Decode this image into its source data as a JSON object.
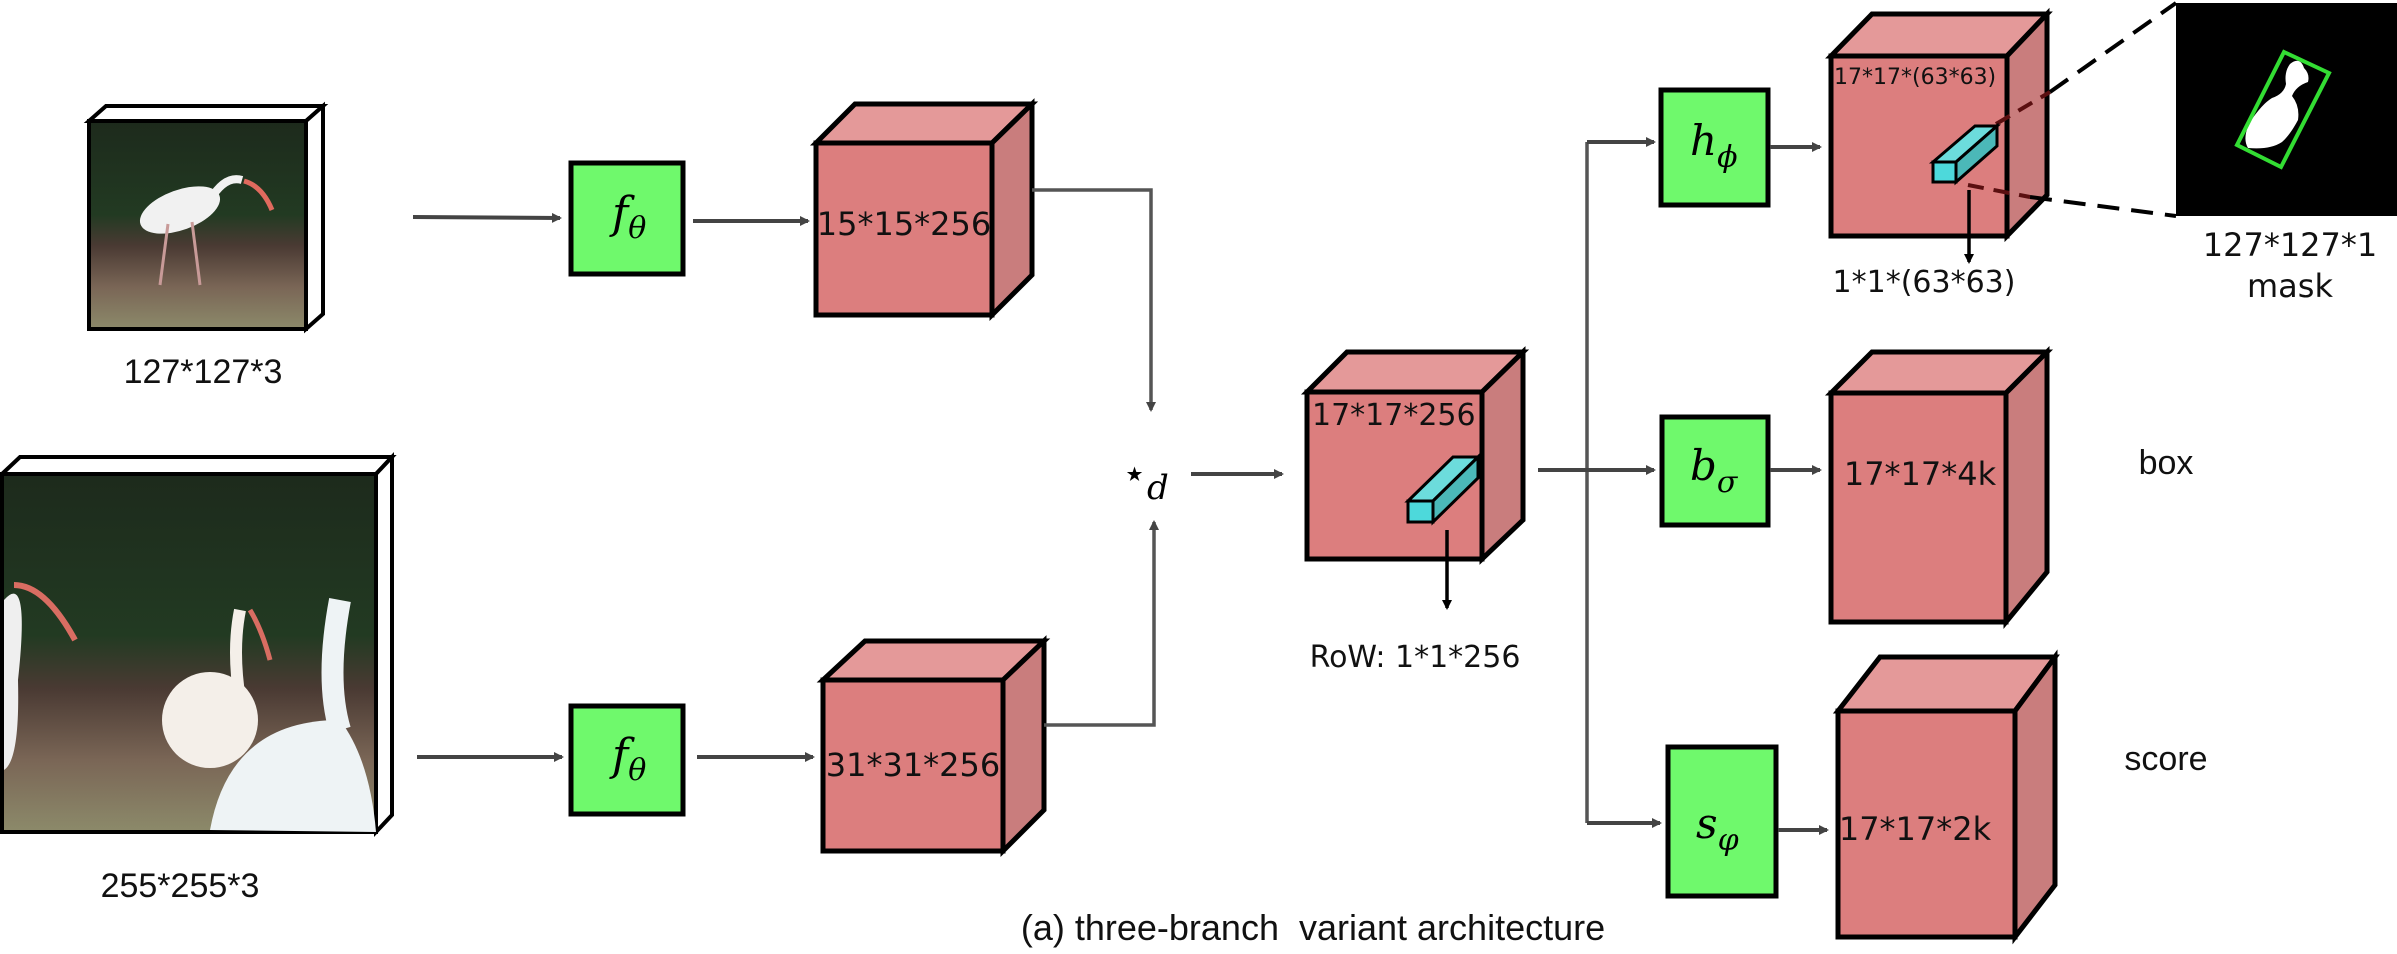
{
  "diagram": {
    "caption": "(a) three-branch  variant architecture",
    "inputs": {
      "template": {
        "label": "127*127*3",
        "content": "ibis-template-image"
      },
      "search": {
        "label": "255*255*3",
        "content": "ibis-search-image"
      }
    },
    "backbone": {
      "upper_label": "f",
      "upper_sub": "θ",
      "lower_label": "f",
      "lower_sub": "θ"
    },
    "features": {
      "template_feat": "15*15*256",
      "search_feat": "31*31*256"
    },
    "correlation": {
      "symbol": "⋆",
      "sub": "d"
    },
    "response": {
      "label": "17*17*256",
      "row_label": "RoW: 1*1*256"
    },
    "heads": {
      "mask": {
        "fn": "h",
        "sub": "ϕ",
        "output": "17*17*(63*63)",
        "row_label": "1*1*(63*63)",
        "result_size": "127*127*1",
        "result_name": "mask"
      },
      "box": {
        "fn": "b",
        "sub": "σ",
        "output": "17*17*4k",
        "result_name": "box"
      },
      "score": {
        "fn": "s",
        "sub": "φ",
        "output": "17*17*2k",
        "result_name": "score"
      }
    },
    "colors": {
      "network_block": "#6ff96c",
      "feature_front": "#dc7e7e",
      "feature_top": "#e49999",
      "feature_side": "#c97d7d",
      "row_vector": "#4dd9db",
      "mask_bbox": "#33dd33"
    }
  }
}
